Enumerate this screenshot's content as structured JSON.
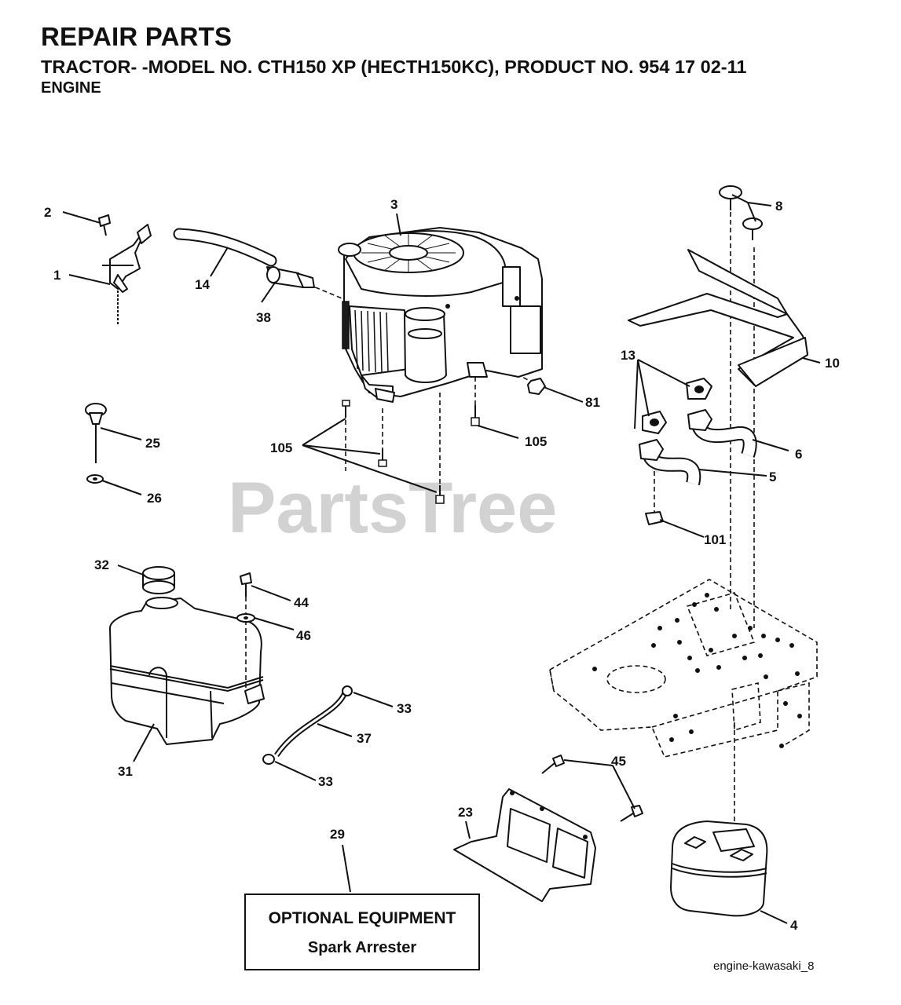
{
  "header": {
    "title": "REPAIR PARTS",
    "subtitle": "TRACTOR- -MODEL NO. CTH150 XP (HECTH150KC), PRODUCT NO. 954 17 02-11",
    "section": "ENGINE"
  },
  "watermark": "PartsTree",
  "watermark_tm": "™",
  "callouts": {
    "c1": "1",
    "c2": "2",
    "c3": "3",
    "c4": "4",
    "c5": "5",
    "c6": "6",
    "c8": "8",
    "c10": "10",
    "c13": "13",
    "c14": "14",
    "c23": "23",
    "c25": "25",
    "c26": "26",
    "c29": "29",
    "c31": "31",
    "c32": "32",
    "c33a": "33",
    "c33b": "33",
    "c37": "37",
    "c38": "38",
    "c44": "44",
    "c45": "45",
    "c46": "46",
    "c81": "81",
    "c101": "101",
    "c105a": "105",
    "c105b": "105"
  },
  "optional_equipment": {
    "title": "OPTIONAL EQUIPMENT",
    "item": "Spark Arrester"
  },
  "figure_id": "engine-kawasaki_8"
}
